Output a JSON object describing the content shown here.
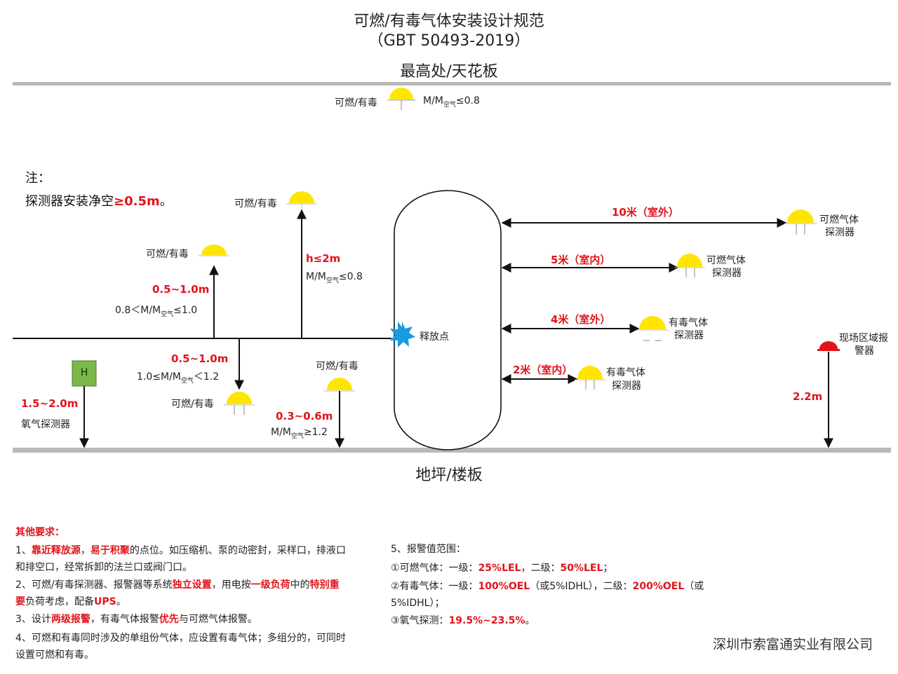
{
  "title": {
    "line1": "可燃/有毒气体安装设计规范",
    "line2": "（GBT 50493-2019）",
    "ceiling": "最高处/天花板",
    "floor": "地坪/楼板"
  },
  "note": {
    "heading": "注：",
    "text_prefix": "探测器安装净空",
    "text_value": "≥0.5m",
    "text_suffix": "。"
  },
  "top_detector": {
    "label": "可燃/有毒",
    "ratio_main": "M/M",
    "ratio_sub": "空气",
    "ratio_cond": "≤0.8"
  },
  "left_group": {
    "d1_label": "可燃/有毒",
    "d1_dist": "0.5~1.0m",
    "d1_ratio_main": "0.8＜M/M",
    "d1_ratio_sub": "空气",
    "d1_ratio_cond": "≤1.0",
    "d2_label": "可燃/有毒",
    "d2_dist": "h≤2m",
    "d2_ratio_main": "M/M",
    "d2_ratio_sub": "空气",
    "d2_ratio_cond": "≤0.8",
    "d3_label": "可燃/有毒",
    "d3_dist": "0.5~1.0m",
    "d3_ratio_main": "1.0≤M/M",
    "d3_ratio_sub": "空气",
    "d3_ratio_cond": "＜1.2",
    "d4_label": "可燃/有毒",
    "d4_dist": "0.3~0.6m",
    "d4_ratio_main": "M/M",
    "d4_ratio_sub": "空气",
    "d4_ratio_cond": "≥1.2",
    "oxygen_badge": "H",
    "oxygen_dist": "1.5~2.0m",
    "oxygen_label": "氧气探测器"
  },
  "release_point": "释放点",
  "right_group": {
    "r1_dist": "10米（室外）",
    "r1_label_a": "可燃气体",
    "r1_label_b": "探测器",
    "r2_dist": "5米（室内）",
    "r2_label_a": "可燃气体",
    "r2_label_b": "探测器",
    "r3_dist": "4米（室外）",
    "r3_label_a": "有毒气体",
    "r3_label_b": "探测器",
    "r4_dist": "2米（室内）",
    "r4_label_a": "有毒气体",
    "r4_label_b": "探测器",
    "alarm_label_a": "现场区域报",
    "alarm_label_b": "警器",
    "alarm_dist": "2.2m"
  },
  "requirements": {
    "heading": "其他要求：",
    "item1": [
      "1、",
      "靠近释放源",
      "，",
      "易于积聚",
      "的点位。如压缩机、泵的动密封，采样口，排液口",
      "和排空口，经常拆卸的法兰口或阀门口。"
    ],
    "item2": [
      "2、可燃/有毒探测器、报警器等系统",
      "独立设置",
      "，用电按",
      "一级负荷",
      "中的",
      "特别重",
      "要",
      "负荷考虑，配备",
      "UPS",
      "。"
    ],
    "item3": [
      "3、设计",
      "两级报警",
      "，有毒气体报警",
      "优先",
      "与可燃气体报警。"
    ],
    "item4": [
      "4、可燃和有毒同时涉及的单组份气体，应设置有毒气体；多组分的，可同时",
      "设置可燃和有毒。"
    ]
  },
  "alarm_ranges": {
    "heading": "5、报警值范围：",
    "combustible": [
      "①可燃气体：一级：",
      "25%LEL",
      "，二级：",
      "50%LEL",
      "；"
    ],
    "toxic": [
      "②有毒气体：一级：",
      "100%OEL",
      "（或5%IDHL），二级：",
      "200%OEL",
      "（或",
      "5%IDHL）；"
    ],
    "oxygen": [
      "③氧气探测：",
      "19.5%~23.5%",
      "。"
    ]
  },
  "company": "深圳市索富通实业有限公司",
  "colors": {
    "accent_red": "#e1141c",
    "detector_yellow": "#ffe500",
    "release_blue": "#1a9be0",
    "alarm_red": "#e1141c",
    "oxygen_green": "#7bb84a",
    "band_gray": "#b8b8b8"
  }
}
